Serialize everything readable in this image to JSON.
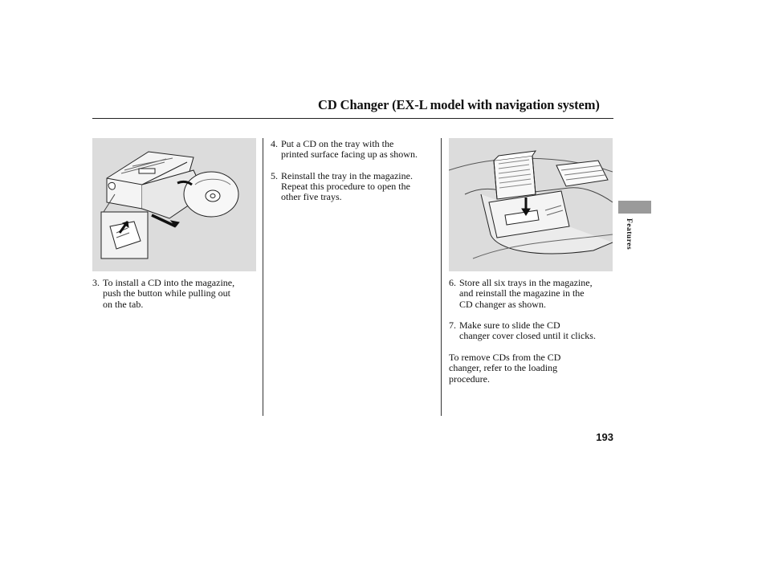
{
  "header": {
    "title": "CD Changer (EX-L model with navigation system)"
  },
  "left_column": {
    "step3": {
      "number": "3.",
      "line1": "To install a CD into the magazine,",
      "line2": "push the button while pulling out",
      "line3": "on the tab."
    }
  },
  "middle_column": {
    "step4": {
      "number": "4.",
      "line1": "Put a CD on the tray with the",
      "line2": "printed surface facing up as shown."
    },
    "step5": {
      "number": "5.",
      "line1": "Reinstall the tray in the magazine.",
      "line2": "Repeat this procedure to open the",
      "line3": "other five trays."
    }
  },
  "right_column": {
    "step6": {
      "number": "6.",
      "line1": "Store all six trays in the magazine,",
      "line2": "and reinstall the magazine in the",
      "line3": "CD changer as shown."
    },
    "step7": {
      "number": "7.",
      "line1": "Make sure to slide the CD",
      "line2": "changer cover closed until it clicks."
    },
    "note": {
      "line1": "To remove CDs from the CD",
      "line2": "changer, refer to the loading",
      "line3": "procedure."
    }
  },
  "side_tab": {
    "label": "Features"
  },
  "footer": {
    "page_number": "193"
  }
}
